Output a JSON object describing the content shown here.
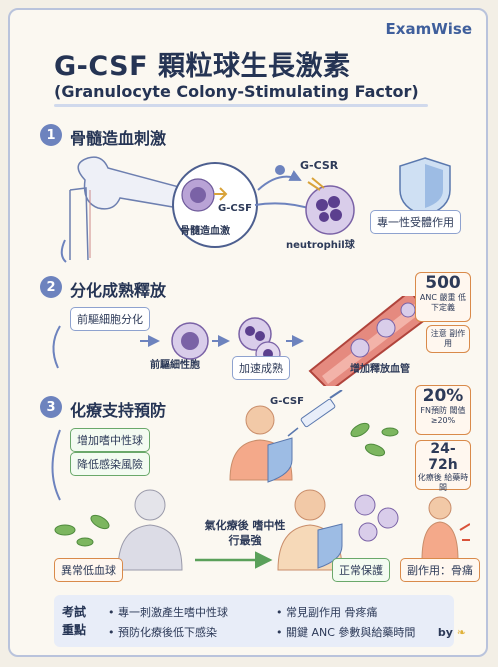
{
  "brand": "ExamWise",
  "title": "G-CSF 顆粒球生長激素",
  "subtitle": "(Granulocyte Colony-Stimulating Factor)",
  "sections": [
    {
      "number": "1",
      "title": "骨髓造血刺激",
      "labels": {
        "gcsr": "G-CSR",
        "gcsf": "G-CSF",
        "marrow": "骨髓造血激",
        "neutrophil": "neutrophil球",
        "receptor_box": "專一性受體作用"
      }
    },
    {
      "number": "2",
      "title": "分化成熟釋放",
      "labels": {
        "precursor_box": "前驅細胞分化",
        "precursor_cell": "前驅細性胞",
        "mature": "加速成熟",
        "release": "增加釋放血管"
      },
      "stat": {
        "value": "500",
        "caption": "ANC 嚴重 低下定義"
      },
      "note": "注意 副作用"
    },
    {
      "number": "3",
      "title": "化療支持預防",
      "labels": {
        "increase": "增加嗜中性球",
        "reduce_risk": "降低感染風險",
        "gcsf": "G-CSF",
        "after_chemo": "氣化療後 嗜中性行最強",
        "abnormal_low": "異常低血球",
        "normal_protect": "正常保護",
        "side_effect": "副作用：骨痛"
      },
      "stats": [
        {
          "value": "20%",
          "caption": "FN預防 閾值≥20%"
        },
        {
          "value": "24-72h",
          "caption": "化療後 給藥時間"
        }
      ]
    }
  ],
  "footer": {
    "key_line1": "考試",
    "key_line2": "重點",
    "items": [
      "• 專一刺激產生嗜中性球",
      "• 常見副作用 骨疼痛",
      "• 預防化療後低下感染",
      "• 關鍵 ANC 參數與給藥時間"
    ]
  },
  "by": "by",
  "colors": {
    "accent": "#6d83be",
    "navy": "#253454",
    "orange": "#d98a4a",
    "green": "#6aa86a",
    "cell_purple": "#b9a3d6",
    "vessel_red": "#c8524a"
  }
}
